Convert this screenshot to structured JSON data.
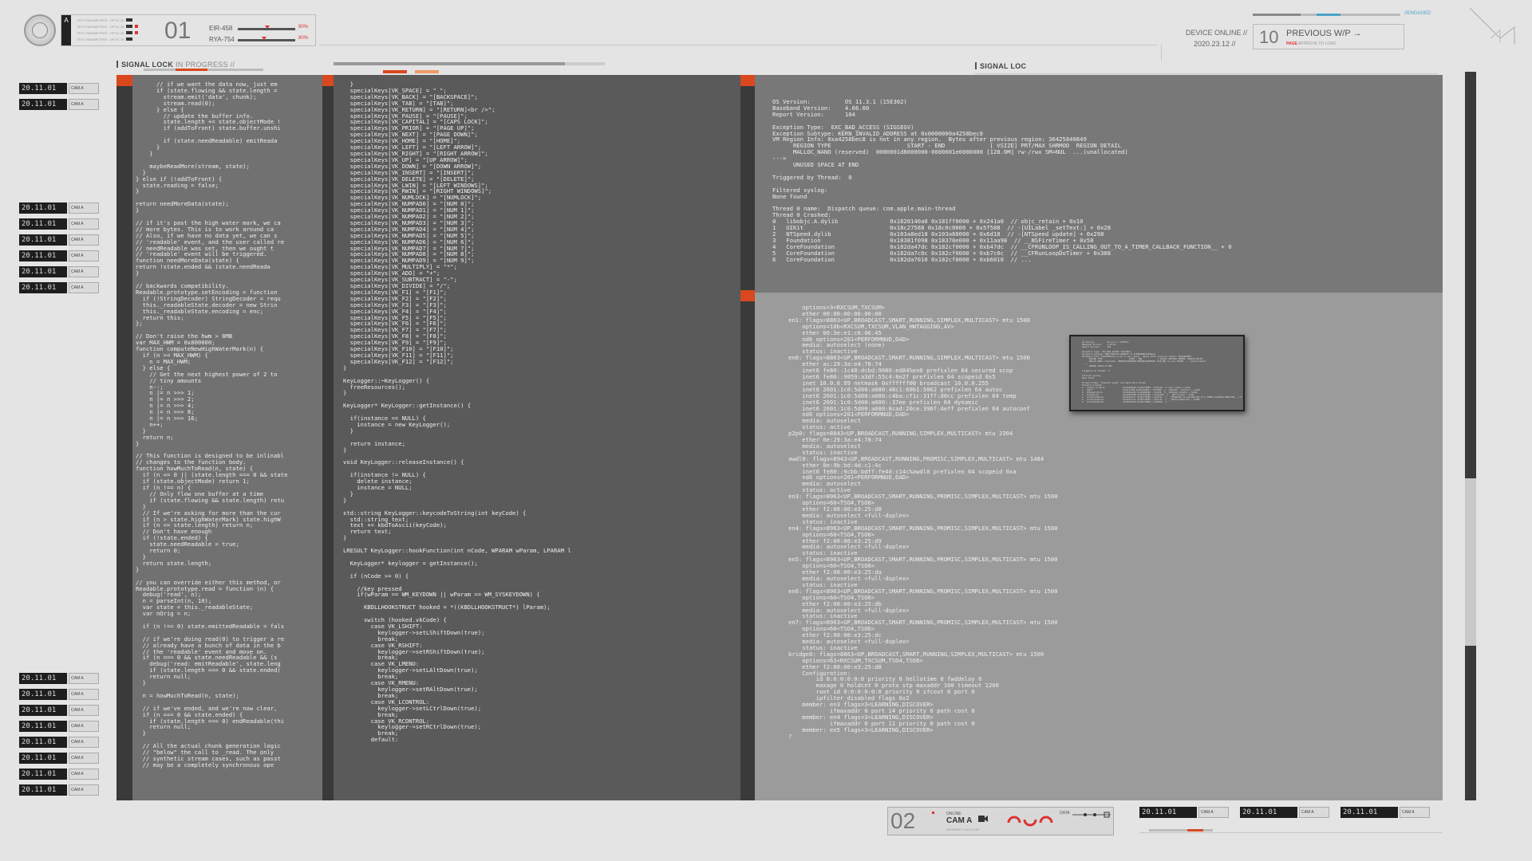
{
  "header": {
    "badge": "A",
    "header_lines": [
      "TEXT PARAMETERS",
      "TEXT PARAMETERS",
      "TEXT PARAMETERS",
      "TEXT PARAMETERS"
    ],
    "header_line_tails": [
      "OPTIC 25",
      "OPTIC 25",
      "OPTIC 25",
      "OPTIC 25"
    ],
    "number": "01",
    "gauges": [
      {
        "label": "EIR-458",
        "pct": "90%",
        "level": 0.52
      },
      {
        "label": "RYA-754",
        "pct": "80%",
        "level": 0.46
      }
    ],
    "device_online": "DEVICE ONLINE //",
    "device_date": "2020.23.12 //",
    "prev_num": "10",
    "prev_label": "PREVIOUS W/P →",
    "prev_sub_red": "PAGE",
    "prev_sub": "APPROVE TO LOAD",
    "engaged": "//ENGAGED"
  },
  "left_ticks": [
    {
      "date": "20.11.01",
      "cam": "CAM A"
    },
    {
      "date": "20.11.01",
      "cam": "CAM A"
    },
    {
      "date": "20.11.01",
      "cam": "CAM A"
    },
    {
      "date": "20.11.01",
      "cam": "CAM A"
    },
    {
      "date": "20.11.01",
      "cam": "CAM A"
    },
    {
      "date": "20.11.01",
      "cam": "CAM A"
    },
    {
      "date": "20.11.01",
      "cam": "CAM A"
    },
    {
      "date": "20.11.01",
      "cam": "CAM A"
    },
    {
      "date": "20.11.01",
      "cam": "CAM A"
    },
    {
      "date": "20.11.01",
      "cam": "CAM A"
    },
    {
      "date": "20.11.01",
      "cam": "CAM A"
    },
    {
      "date": "20.11.01",
      "cam": "CAM A"
    },
    {
      "date": "20.11.01",
      "cam": "CAM A"
    },
    {
      "date": "20.11.01",
      "cam": "CAM A"
    },
    {
      "date": "20.11.01",
      "cam": "CAM A"
    },
    {
      "date": "20.11.01",
      "cam": "CAM A"
    }
  ],
  "panel_labels": {
    "signal_lock": "SIGNAL LOCK",
    "in_progress": "IN PROGRESS //",
    "signal_loc": "SIGNAL LOC"
  },
  "code_left": "      // if we want the data now, just em\n      if (state.flowing && state.length =\n        stream.emit('data', chunk);\n        stream.read(0);\n      } else {\n        // update the buffer info.\n        state.length += state.objectMode !\n        if (addToFront) state.buffer.unshi\n\n        if (state.needReadable) emitReada\n      }\n    }\n\n    maybeReadMore(stream, state);\n  }\n} else if (!addToFront) {\n  state.reading = false;\n}\n\nreturn needMoreData(state);\n}\n\n// if it's past the high water mark, we ca\n// more bytes. This is to work around ca\n// Also, if we have no data yet, we can s\n// 'readable' event, and the user called re\n// needReadable was set, then we ought t\n// 'readable' event will be triggered.\nfunction needMoreData(state) {\nreturn !state.ended && (state.needReada\n}\n\n// backwards compatibility.\nReadable.prototype.setEncoding = function\n  if (!StringDecoder) StringDecoder = requ\n  this._readableState.decoder = new Strin\n  this._readableState.encoding = enc;\n  return this;\n};\n\n// Don't raise the hwm > 8MB\nvar MAX_HWM = 0x800000;\nfunction computeNewHighWaterMark(n) {\n  if (n >= MAX_HWM) {\n    n = MAX_HWM;\n  } else {\n    // Get the next highest power of 2 to\n    // tiny amounts\n    n--;\n    n |= n >>> 1;\n    n |= n >>> 2;\n    n |= n >>> 4;\n    n |= n >>> 8;\n    n |= n >>> 16;\n    n++;\n  }\n  return n;\n}\n\n// This function is designed to be inlinabl\n// changes to the function body.\nfunction howMuchToRead(n, state) {\n  if (n <= 0 || (state.length === 0 && state\n  if (state.objectMode) return 1;\n  if (n !== n) {\n    // Only flow one buffer at a time\n    if (state.flowing && state.length) retu\n  }\n  // If we're asking for more than the cur\n  if (n > state.highWaterMark) state.highW\n  if (n <= state.length) return n;\n  // Don't have enough\n  if (!state.ended) {\n    state.needReadable = true;\n    return 0;\n  }\n  return state.length;\n}\n\n// you can override either this method, or\nReadable.prototype.read = function (n) {\n  debug('read', n);\n  n = parseInt(n, 10);\n  var state = this._readableState;\n  var nOrig = n;\n\n  if (n !== 0) state.emittedReadable = fals\n\n  // if we're doing read(0) to trigger a re\n  // already have a bunch of data in the b\n  // the 'readable' event and move on.\n  if (n === 0 && state.needReadable && (s\n    debug('read: emitReadable', state.leng\n    if (state.length === 0 && state.ended)\n    return null;\n  }\n\n  n = howMuchToRead(n, state);\n\n  // if we've ended, and we're now clear,\n  if (n === 0 && state.ended) {\n    if (state.length === 0) endReadable(thi\n    return null;\n  }\n\n  // All the actual chunk generation logic\n  // \"below\" the call to _read. The only\n  // synthetic stream cases, such as passt\n  // may be a completely synchronous ope",
  "code_middle": "  }\n  specialKeys[VK_SPACE] = \" \";\n  specialKeys[VK_BACK] = \"[BACKSPACE]\";\n  specialKeys[VK_TAB] = \"[TAB]\";\n  specialKeys[VK_RETURN] = \"[RETURN]<br />\";\n  specialKeys[VK_PAUSE] = \"[PAUSE]\";\n  specialKeys[VK_CAPITAL] = \"[CAPS LOCK]\";\n  specialKeys[VK_PRIOR] = \"[PAGE UP]\";\n  specialKeys[VK_NEXT] = \"[PAGE DOWN]\";\n  specialKeys[VK_HOME] = \"[HOME]\";\n  specialKeys[VK_LEFT] = \"[LEFT ARROW]\";\n  specialKeys[VK_RIGHT] = \"[RIGHT ARROW]\";\n  specialKeys[VK_UP] = \"[UP ARROW]\";\n  specialKeys[VK_DOWN] = \"[DOWN ARROW]\";\n  specialKeys[VK_INSERT] = \"[INSERT]\";\n  specialKeys[VK_DELETE] = \"[DELETE]\";\n  specialKeys[VK_LWIN] = \"[LEFT WINDOWS]\";\n  specialKeys[VK_RWIN] = \"[RIGHT WINDOWS]\";\n  specialKeys[VK_NUMLOCK] = \"[NUMLOCK]\";\n  specialKeys[VK_NUMPAD0] = \"[NUM 0]\";\n  specialKeys[VK_NUMPAD1] = \"[NUM 1]\";\n  specialKeys[VK_NUMPAD2] = \"[NUM 2]\";\n  specialKeys[VK_NUMPAD3] = \"[NUM 3]\";\n  specialKeys[VK_NUMPAD4] = \"[NUM 4]\";\n  specialKeys[VK_NUMPAD5] = \"[NUM 5]\";\n  specialKeys[VK_NUMPAD6] = \"[NUM 6]\";\n  specialKeys[VK_NUMPAD7] = \"[NUM 7]\";\n  specialKeys[VK_NUMPAD8] = \"[NUM 8]\";\n  specialKeys[VK_NUMPAD9] = \"[NUM 9]\";\n  specialKeys[VK_MULTIPLY] = \"*\";\n  specialKeys[VK_ADD] = \"+\";\n  specialKeys[VK_SUBTRACT] = \"-\";\n  specialKeys[VK_DIVIDE] = \"/\";\n  specialKeys[VK_F1] = \"[F1]\";\n  specialKeys[VK_F2] = \"[F2]\";\n  specialKeys[VK_F3] = \"[F3]\";\n  specialKeys[VK_F4] = \"[F4]\";\n  specialKeys[VK_F5] = \"[F5]\";\n  specialKeys[VK_F6] = \"[F6]\";\n  specialKeys[VK_F7] = \"[F7]\";\n  specialKeys[VK_F8] = \"[F8]\";\n  specialKeys[VK_F9] = \"[F9]\";\n  specialKeys[VK_F10] = \"[F10]\";\n  specialKeys[VK_F11] = \"[F11]\";\n  specialKeys[VK_F12] = \"[F12]\";\n}\n\nKeyLogger::~KeyLogger() {\n  freeResources();\n}\n\nKeyLogger* KeyLogger::getInstance() {\n\n  if(instance == NULL) {\n    instance = new KeyLogger();\n  }\n\n  return instance;\n}\n\nvoid KeyLogger::releaseInstance() {\n\n  if(instance != NULL) {\n    delete instance;\n    instance = NULL;\n  }\n}\n\nstd::string KeyLogger::keycodeToString(int keyCode) {\n  std::string text;\n  text += kbdToAscii(keyCode);\n  return text;\n}\n\nLRESULT KeyLogger::hookFunction(int nCode, WPARAM wParam, LPARAM l\n\n  KeyLogger* keylogger = getInstance();\n\n  if (nCode >= 0) {\n\n    //key pressed\n    if(wParam == WM_KEYDOWN || wParam == WM_SYSKEYDOWN) {\n\n      KBDLLHOOKSTRUCT hooked = *((KBDLLHOOKSTRUCT*) lParam);\n\n      switch (hooked.vkCode) {\n        case VK_LSHIFT:\n          keylogger->setLShiftDown(true);\n          break;\n        case VK_RSHIFT:\n          keylogger->setRShiftDown(true);\n          break;\n        case VK_LMENU:\n          keylogger->setLAltDown(true);\n          break;\n        case VK_RMENU:\n          keylogger->setRAltDown(true);\n          break;\n        case VK_LCONTROL:\n          keylogger->setLCtrlDown(true);\n          break;\n        case VK_RCONTROL:\n          keylogger->setRCtrlDown(true);\n          break;\n        default:",
  "code_crash": "OS Version:          OS 11.3.1 (15E302)\nBaseband Version:    4.66.00\nReport Version:      104\n\nException Type:  EXC_BAD_ACCESS (SIGSEGV)\nException Subtype: KERN_INVALID_ADDRESS at 0x0000000a4258bec8\nVM Region Info: 0xa4258bec8 is not in any region.  Bytes after previous region: 36425840849\n      REGION TYPE                      START - END             [ VSIZE] PRT/MAX SHRMOD  REGION DETAIL\n      MALLOC_NANO (reserved)  0000001d8000000-0000001e0000000 [128.0M] rw-/rwx SM=NUL  ...(unallocated)\n--->\n      UNUSED SPACE AT END\n\nTriggered by Thread:  0\n\nFiltered syslog:\nNone found\n\nThread 0 name:  Dispatch queue: com.apple.main-thread\nThread 0 Crashed:\n0   libobjc.A.dylib               0x1820140a0 0x181ff0000 + 0x241a0  // objc_retain + 0x10\n1   UIKit                         0x18c27588 0x18c0c0000 + 0x5f588  // -[UILabel _setText:] + 0x28\n2   NTSpeed.dylib                 0x103a8ed18 0x103a80000 + 0x6d18  // -[NTSpeed update] + 0x298\n3   Foundation                    0x18381f098 0x18370e000 + 0x11aa98  // __NSFireTimer + 0x58\n4   CoreFoundation                0x182da47dc 0x182cf0000 + 0xb47dc  // __CFRUNLOOP_IS_CALLING_OUT_TO_A_TIMER_CALLBACK_FUNCTION__ + 0\n5   CoreFoundation                0x182da7c0c 0x182cf0000 + 0xb7c0c  // __CFRunLoopDoTimer + 0x388\n6   CoreFoundation                0x182da7010 0x182cf0000 + 0xb6010  // ...",
  "code_net": "    options=3<RXCSUM,TXCSUM>\n    ether 00:00:00:00:00:00\nen1: flags=8863<UP,BROADCAST,SMART,RUNNING,SIMPLEX,MULTICAST> mtu 1500\n    options=10b<RXCSUM,TXCSUM,VLAN_HWTAGGING,AV>\n    ether 00:3e:e1:c6:06:45\n    nd6 options=201<PERFORMNUD,DAD>\n    media: autoselect (none)\n    status: inactive\nen0: flags=8863<UP,BROADCAST,SMART,RUNNING,SIMPLEX,MULTICAST> mtu 1500\n    ether ac:29:3a:e4:78:74\n    inet6 fe80::1c48:dcbd:9080:ed84%en0 prefixlen 64 secured scop\n    inet6 fe80::9059:a3df:55c4:8e2f prefixlen 64 scopeid 0x5\n    inet 10.0.0.99 netmask 0xffffff00 broadcast 10.0.0.255\n    inet6 2601:1c0:5d00:a080:48c1:60b1:5062 prefixlen 64 autoc\n    inet6 2601:1c0:5d00:a080:c4ba:cf1c:31ff:d0cc prefixlen 64 temp\n    inet6 2601:1c0:5d00:a080::37ee prefixlen 64 dynamic\n    inet6 2601:1c0:5d00:a080:8cad:20ce:396f:4eff prefixlen 64 autoconf\n    nd6 options=201<PERFORMNUD,DAD>\n    media: autoselect\n    status: active\np2p0: flags=8843<UP,BROADCAST,RUNNING,SIMPLEX,MULTICAST> mtu 2304\n    ether 0e:29:3a:e4:78:74\n    media: autoselect\n    status: inactive\nawdl0: flags=8943<UP,BROADCAST,RUNNING,PROMISC,SIMPLEX,MULTICAST> mtu 1484\n    ether 0e:9b:bd:4d:c1:4c\n    inet6 fe80::9cbb:bdff:fe4d:c14c%awdl0 prefixlen 64 scopeid 0xa\n    nd6 options=201<PERFORMNUD,DAD>\n    media: autoselect\n    status: active\nen3: flags=8963<UP,BROADCAST,SMART,RUNNING,PROMISC,SIMPLEX,MULTICAST> mtu 1500\n    options=60<TSO4,TSO6>\n    ether f2:00:00:e3:25:d8\n    media: autoselect <full-duplex>\n    status: inactive\nen4: flags=8963<UP,BROADCAST,SMART,RUNNING,PROMISC,SIMPLEX,MULTICAST> mtu 1500\n    options=60<TSO4,TSO6>\n    ether f2:00:00:e3:25:d9\n    media: autoselect <full-duplex>\n    status: inactive\nen5: flags=8963<UP,BROADCAST,SMART,RUNNING,PROMISC,SIMPLEX,MULTICAST> mtu 1500\n    options=60<TSO4,TSO6>\n    ether f2:00:00:e3:25:da\n    media: autoselect <full-duplex>\n    status: inactive\nen6: flags=8963<UP,BROADCAST,SMART,RUNNING,PROMISC,SIMPLEX,MULTICAST> mtu 1500\n    options=60<TSO4,TSO6>\n    ether f2:00:00:e3:25:db\n    media: autoselect <full-duplex>\n    status: inactive\nen7: flags=8963<UP,BROADCAST,SMART,RUNNING,PROMISC,SIMPLEX,MULTICAST> mtu 1500\n    options=60<TSO4,TSO6>\n    ether f2:00:00:e3:25:dc\n    media: autoselect <full-duplex>\n    status: inactive\nbridge0: flags=8863<UP,BROADCAST,SMART,RUNNING,SIMPLEX,MULTICAST> mtu 1500\n    options=63<RXCSUM,TXCSUM,TSO4,TSO6>\n    ether f2:00:00:e3:25:d8\n    Configuration:\n        id 0:0:0:0:0:0 priority 0 hellotime 0 fwddelay 0\n        maxage 0 holdcnt 0 proto stp maxaddr 100 timeout 1200\n        root id 0:0:0:0:0:0 priority 0 ifcost 0 port 0\n        ipfilter disabled flags 0x2\n    member: en3 flags=3<LEARNING,DISCOVER>\n            ifmaxaddr 0 port 14 priority 0 path cost 0\n    member: en4 flags=3<LEARNING,DISCOVER>\n            ifmaxaddr 0 port 11 priority 0 path cost 0\n    member: en5 flags=3<LEARNING,DISCOVER>\n?",
  "bottom": {
    "number": "02",
    "online": "ONLINE",
    "cam": "CAM A",
    "segment": "SEGMENT LOCATION",
    "data": "DATA",
    "ticks": [
      {
        "date": "20.11.01",
        "cam": "CAM A"
      },
      {
        "date": "20.11.01",
        "cam": "CAM A"
      },
      {
        "date": "20.11.01",
        "cam": "CAM A"
      }
    ]
  },
  "colors": {
    "accent": "#d9481e",
    "engaged": "#4aa3c7",
    "alert": "#dd3333"
  }
}
